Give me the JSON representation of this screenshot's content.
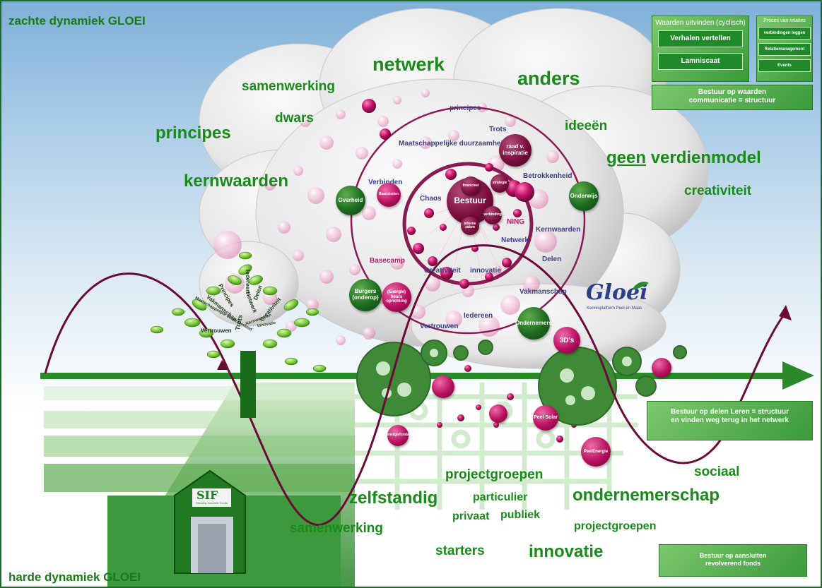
{
  "corners": {
    "top": "zachte dynamiek GLOEI",
    "bottom": "harde dynamiek GLOEI"
  },
  "cloud_words": {
    "netwerk": "netwerk",
    "anders": "anders",
    "samenwerking": "samenwerking",
    "dwars": "dwars",
    "principes": "principes",
    "ideeen": "ideeën",
    "geen": "geen",
    "verdienmodel": "verdienmodel",
    "kernwaarden": "kernwaarden",
    "creativiteit": "creativiteit"
  },
  "ground_words": {
    "projectgroepen1": "projectgroepen",
    "sociaal": "sociaal",
    "zelfstandig": "zelfstandig",
    "particulier": "particulier",
    "ondernemerschap": "ondernemerschap",
    "privaat": "privaat",
    "publiek": "publiek",
    "samenwerking": "samenwerking",
    "projectgroepen2": "projectgroepen",
    "starters": "starters",
    "innovatie": "innovatie"
  },
  "inner_labels": {
    "principes": "principes",
    "trots": "Trots",
    "maatschappelijke": "Maatschappelijke duurzaamheid",
    "verbinden": "Verbinden",
    "betrokkenheid": "Betrokkenheid",
    "chaos": "Chaos",
    "ning": "NING",
    "kernwaarden": "Kernwaarden",
    "netwerk": "Netwerk",
    "basecamp": "Basecamp",
    "creativiteit": "Creativiteit",
    "innovatie": "innovatie",
    "delen": "Delen",
    "vakmanschap": "Vakmanschap",
    "iedereen": "Iedereen",
    "vertrouwen": "Vertrouwen"
  },
  "nodes": {
    "overheid": "Overheid",
    "onderwijs": "Onderwijs",
    "burgers": "Burgers (onderop)",
    "ondernemers": "Ondernemers",
    "raad": "raad v. inspiratie",
    "bestuur": "Bestuur",
    "financieel": "financieel",
    "strategie": "strategie",
    "verbinding": "verbinding",
    "interne": "interne zaken",
    "raadsleden": "Raadsleden",
    "beurs": "(Energie) beurs oprichting",
    "threeds": "3D's",
    "peelsolar": "Peel Solar",
    "peelenergie": "PeelEnergie",
    "energiefonds": "energiefonds"
  },
  "top_right": {
    "left_box": {
      "title": "Waarden uitvinden (cyclisch)",
      "btn1": "Verhalen vertellen",
      "btn2": "Lamniscaat"
    },
    "right_box": {
      "title": "Proces van relaties",
      "btn1": "verbindingen leggen",
      "btn2": "Relatiemanagement",
      "btn3": "Events"
    },
    "bottom": "Bestuur op waarden communicatie = structuur"
  },
  "mid_right_box": "Bestuur op delen Leren = structuur en vinden weg terug in het netwerk",
  "bottom_right_box": "Bestuur op aansluiten revolverend fonds",
  "logo": {
    "name": "Gloei",
    "tagline": "Kennisplatform Peel en Maas"
  },
  "sif": {
    "letters": "SIF",
    "sub": "Stichting Innovatie Fonds"
  },
  "tree_words": [
    "Iedereen",
    "Delen",
    "Netwerk",
    "Principes",
    "Trots",
    "Creativiteit",
    "Vakmanschap",
    "Vertrouwen",
    "Maatschappelijke duurzaamheid",
    "Kernwaarden",
    "Innovatie"
  ],
  "colors": {
    "green": "#1a8a1a",
    "dark_green": "#1e6a20",
    "magenta": "#b8105f",
    "plum": "#7a0d3d"
  }
}
